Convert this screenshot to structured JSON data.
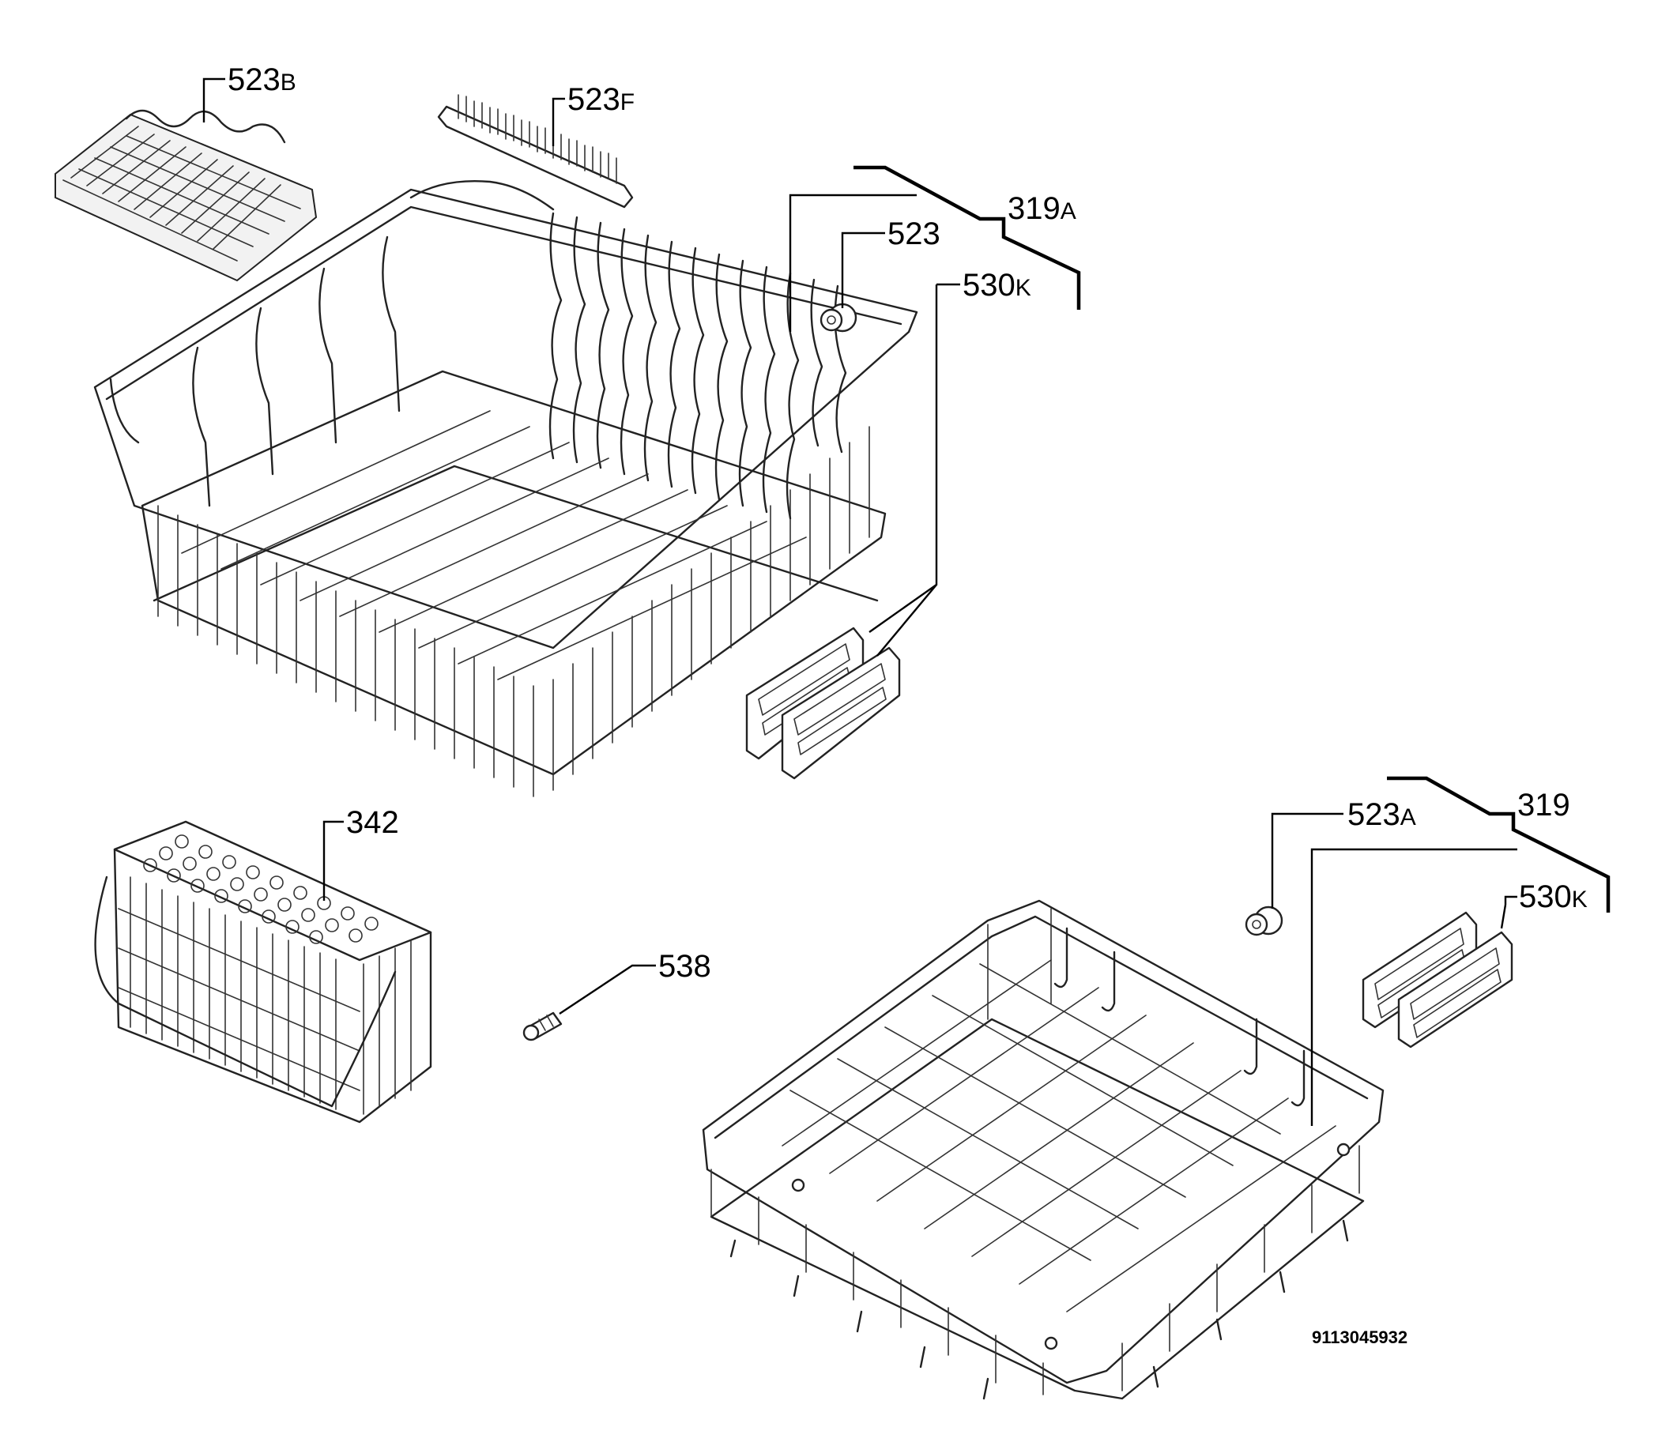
{
  "labels": {
    "l_523B": {
      "num": "523",
      "suffix": "B"
    },
    "l_523F": {
      "num": "523",
      "suffix": "F"
    },
    "l_319A": {
      "num": "319",
      "suffix": "A"
    },
    "l_523": {
      "num": "523",
      "suffix": ""
    },
    "l_530K_top": {
      "num": "530",
      "suffix": "K"
    },
    "l_342": {
      "num": "342",
      "suffix": ""
    },
    "l_538": {
      "num": "538",
      "suffix": ""
    },
    "l_523A": {
      "num": "523",
      "suffix": "A"
    },
    "l_319": {
      "num": "319",
      "suffix": ""
    },
    "l_530K_bottom": {
      "num": "530",
      "suffix": "K"
    }
  },
  "drawing_code": "9113045932"
}
